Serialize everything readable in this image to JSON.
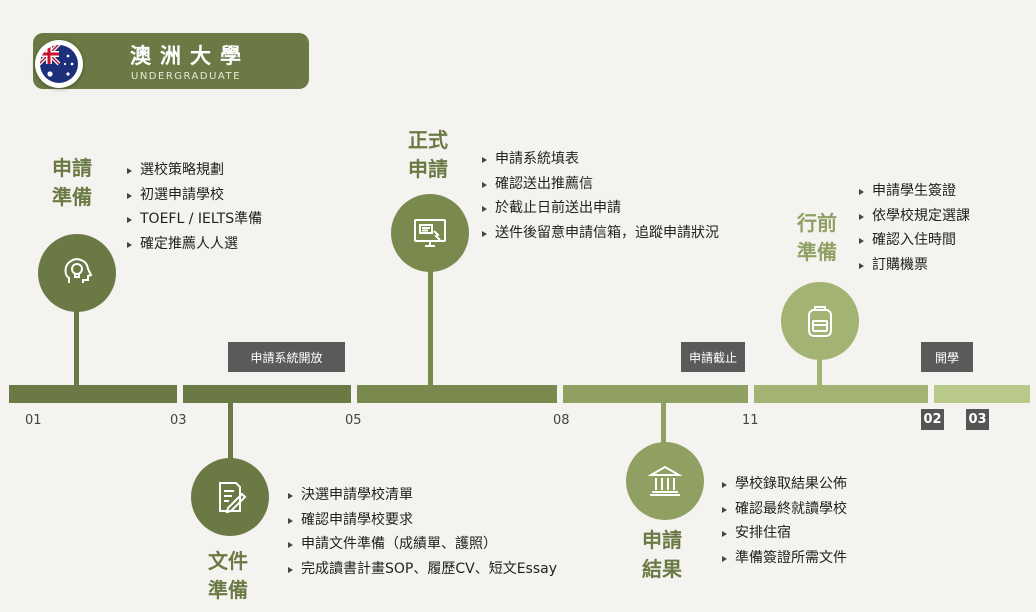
{
  "header": {
    "title": "澳洲大學",
    "subtitle": "UNDERGRADUATE",
    "flag_icon": "australia-flag-icon"
  },
  "timeline": {
    "ticks": [
      "01",
      "03",
      "05",
      "08",
      "11"
    ],
    "boxed_ticks": [
      "02",
      "03"
    ],
    "markers": [
      "申請系統開放",
      "申請截止",
      "開學"
    ],
    "segment_colors": [
      "#6b7a45",
      "#6b7a45",
      "#7a8a4e",
      "#8fa062",
      "#a3b373",
      "#b9c98b"
    ]
  },
  "phases": [
    {
      "id": "prep",
      "title": [
        "申請",
        "準備"
      ],
      "color": "#6b7a45",
      "icon": "head-lightbulb-icon",
      "items": [
        "選校策略規劃",
        "初選申請學校",
        "TOEFL / IELTS準備",
        "確定推薦人人選"
      ]
    },
    {
      "id": "docs",
      "title": [
        "文件",
        "準備"
      ],
      "color": "#6b7a45",
      "icon": "document-pen-icon",
      "items": [
        "決選申請學校清單",
        "確認申請學校要求",
        "申請文件準備（成績單、護照）",
        "完成讀書計畫SOP、履歷CV、短文Essay"
      ]
    },
    {
      "id": "apply",
      "title": [
        "正式",
        "申請"
      ],
      "color": "#7a8a4e",
      "icon": "online-application-icon",
      "items": [
        "申請系統填表",
        "確認送出推薦信",
        "於截止日前送出申請",
        "送件後留意申請信箱，追蹤申請狀況"
      ]
    },
    {
      "id": "result",
      "title": [
        "申請",
        "結果"
      ],
      "color": "#8fa062",
      "icon": "university-building-icon",
      "items": [
        "學校錄取結果公佈",
        "確認最終就讀學校",
        "安排住宿",
        "準備簽證所需文件"
      ]
    },
    {
      "id": "depart",
      "title": [
        "行前",
        "準備"
      ],
      "color": "#a3b373",
      "icon": "backpack-icon",
      "items": [
        "申請學生簽證",
        "依學校規定選課",
        "確認入住時間",
        "訂購機票"
      ]
    }
  ]
}
